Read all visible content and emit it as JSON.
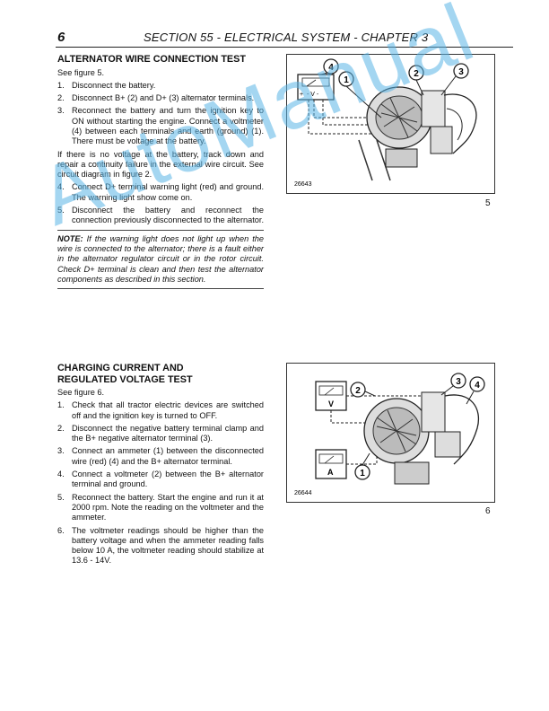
{
  "header": {
    "page_number": "6",
    "title": "SECTION 55 - ELECTRICAL SYSTEM - CHAPTER 3"
  },
  "section1": {
    "heading": "ALTERNATOR WIRE CONNECTION TEST",
    "see": "See figure 5.",
    "steps_a": [
      {
        "n": "1.",
        "t": "Disconnect the battery."
      },
      {
        "n": "2.",
        "t": "Disconnect B+ (2) and D+ (3) alternator terminals."
      },
      {
        "n": "3.",
        "t": "Reconnect the battery and turn the ignition key to ON without starting the engine. Connect a voltmeter (4) between each terminals and earth (ground) (1). There must be voltage at the battery."
      }
    ],
    "para": "If there is no voltage at the battery, track down and repair a continuity failure in the external wire circuit. See circuit diagram in figure 2.",
    "steps_b": [
      {
        "n": "4.",
        "t": "Connect D+ terminal warning light (red) and ground. The warning light show come on."
      },
      {
        "n": "5.",
        "t": "Disconnect the battery and reconnect the connection previously disconnected to the alternator."
      }
    ],
    "note_label": "NOTE:",
    "note_text": " If the warning light does not light up when the wire is connected to the alternator; there is a fault either in the alternator regulator circuit or in the rotor circuit. Check D+ terminal is clean and then test the alternator components as described in this section."
  },
  "section2": {
    "heading": "CHARGING CURRENT AND REGULATED VOLTAGE TEST",
    "see": "See figure 6.",
    "steps": [
      {
        "n": "1.",
        "t": "Check that all tractor electric devices are switched off and the ignition key is turned to OFF."
      },
      {
        "n": "2.",
        "t": "Disconnect the negative battery terminal clamp and the B+ negative alternator terminal (3)."
      },
      {
        "n": "3.",
        "t": "Connect an ammeter (1) between the disconnected wire (red) (4) and the B+ alternator terminal."
      },
      {
        "n": "4.",
        "t": "Connect a voltmeter (2) between the B+ alternator terminal and ground."
      },
      {
        "n": "5.",
        "t": "Reconnect the battery. Start the engine and run it at 2000 rpm. Note the reading on the voltmeter and the ammeter."
      },
      {
        "n": "6.",
        "t": "The voltmeter readings should be higher than the battery voltage and when the ammeter reading falls below 10 A, the voltmeter reading should stabilize at 13.6 - 14V."
      }
    ]
  },
  "figure5": {
    "code": "26643",
    "caption": "5",
    "callouts": [
      "1",
      "2",
      "3",
      "4"
    ],
    "meter_label": "- V -",
    "meter_plus": "+"
  },
  "figure6": {
    "code": "26644",
    "caption": "6",
    "callouts": [
      "1",
      "2",
      "3",
      "4"
    ],
    "voltmeter_label": "V",
    "ammeter_label": "A"
  },
  "watermark": "AutoManual"
}
